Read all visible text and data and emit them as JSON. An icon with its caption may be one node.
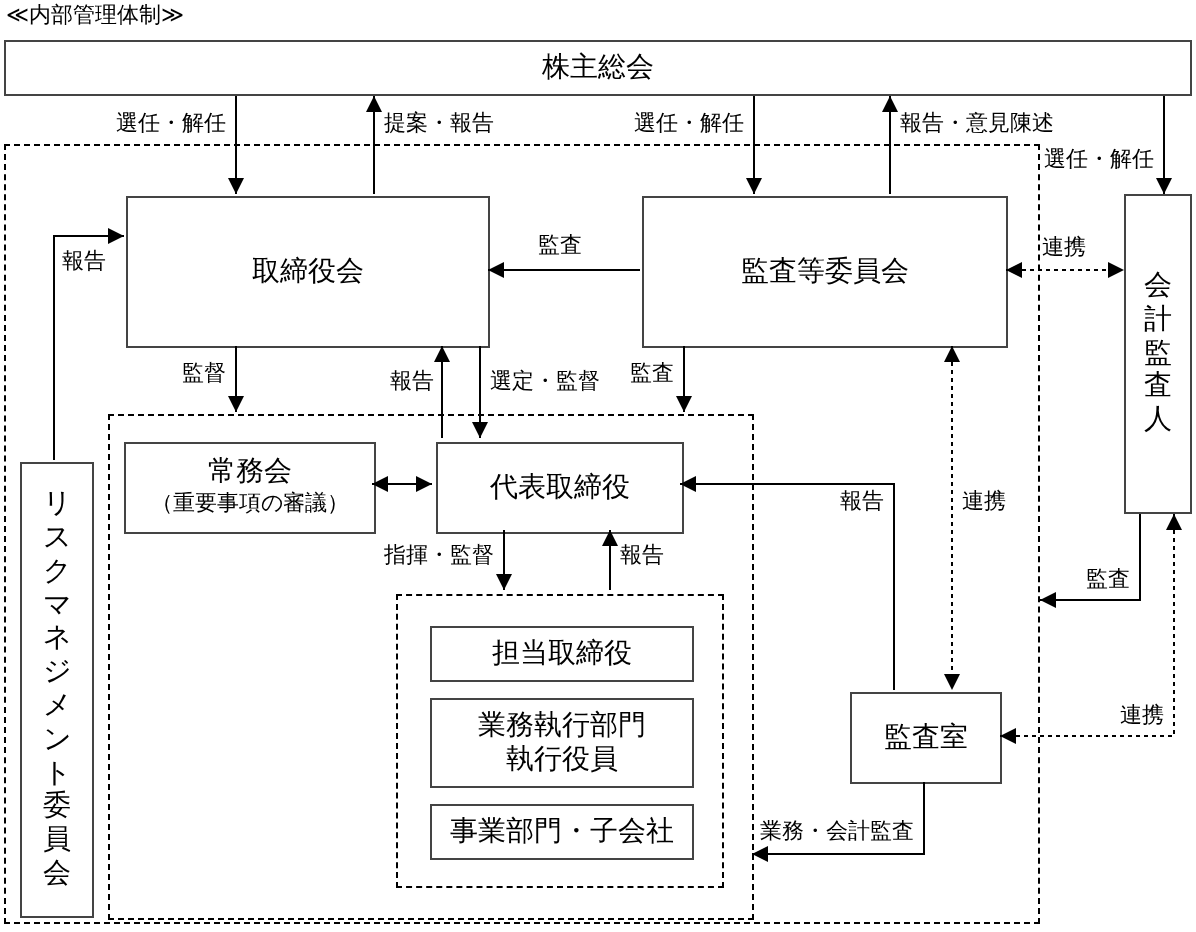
{
  "diagram": {
    "title": "≪内部管理体制≫",
    "nodes": [
      {
        "text": [
          "株主総会"
        ]
      },
      {
        "text": [],
        "shape": "box"
      },
      {
        "text": [
          "取締役会"
        ],
        "in": 1
      },
      {
        "text": [
          "監査等委員会"
        ],
        "in": 1
      },
      {
        "text": [
          "会計監査人"
        ]
      },
      {
        "text": [],
        "shape": "box",
        "in": 1
      },
      {
        "text": [
          "常務会",
          "（重要事項の審議）"
        ],
        "in": 5
      },
      {
        "text": [
          "代表取締役"
        ],
        "in": 5
      },
      {
        "text": [],
        "shape": "box",
        "in": 5
      },
      {
        "text": [
          "担当取締役"
        ],
        "in": 8
      },
      {
        "text": [
          "業務執行部門執行役員"
        ],
        "in": 8
      },
      {
        "text": [
          "事業部門・子会社"
        ],
        "in": 8
      },
      {
        "text": [
          "監査室"
        ],
        "in": 1
      },
      {
        "text": [
          "リスクマネジメント委員会"
        ],
        "in": 1
      }
    ],
    "edges": [
      {
        "from": 0,
        "to": 2,
        "arrow": "to",
        "label": "選任・解任"
      },
      {
        "from": 2,
        "to": 0,
        "arrow": "to",
        "label": "提案・報告"
      },
      {
        "from": 0,
        "to": 3,
        "arrow": "to",
        "label": "選任・解任"
      },
      {
        "from": 3,
        "to": 0,
        "arrow": "to",
        "label": "報告・意見陳述"
      },
      {
        "from": 0,
        "to": 4,
        "arrow": "to",
        "label": "選任・解任"
      },
      {
        "from": 3,
        "to": 2,
        "arrow": "to",
        "label": "監査"
      },
      {
        "from": 3,
        "to": 4,
        "arrow": "both",
        "label": "連携",
        "style": "dashed"
      },
      {
        "from": 2,
        "to": 5,
        "arrow": "to",
        "label": "監督"
      },
      {
        "from": 7,
        "to": 2,
        "arrow": "to",
        "label": "報告"
      },
      {
        "from": 2,
        "to": 7,
        "arrow": "to",
        "label": "選定・監督"
      },
      {
        "from": 3,
        "to": 5,
        "arrow": "to",
        "label": "監査"
      },
      {
        "from": 6,
        "to": 7,
        "arrow": "both"
      },
      {
        "from": 7,
        "to": 8,
        "arrow": "to",
        "label": "指揮・監督"
      },
      {
        "from": 8,
        "to": 7,
        "arrow": "to",
        "label": "報告"
      },
      {
        "from": 12,
        "to": 7,
        "arrow": "to",
        "label": "報告"
      },
      {
        "from": 3,
        "to": 12,
        "arrow": "both",
        "label": "連携",
        "style": "dashed"
      },
      {
        "from": 4,
        "to": 1,
        "arrow": "to",
        "label": "監査"
      },
      {
        "from": 4,
        "to": 12,
        "arrow": "both",
        "label": "連携",
        "style": "dashed"
      },
      {
        "from": 12,
        "to": 5,
        "arrow": "to",
        "label": "業務・会計監査"
      },
      {
        "from": 13,
        "to": 2,
        "arrow": "to",
        "label": "報告"
      }
    ]
  }
}
